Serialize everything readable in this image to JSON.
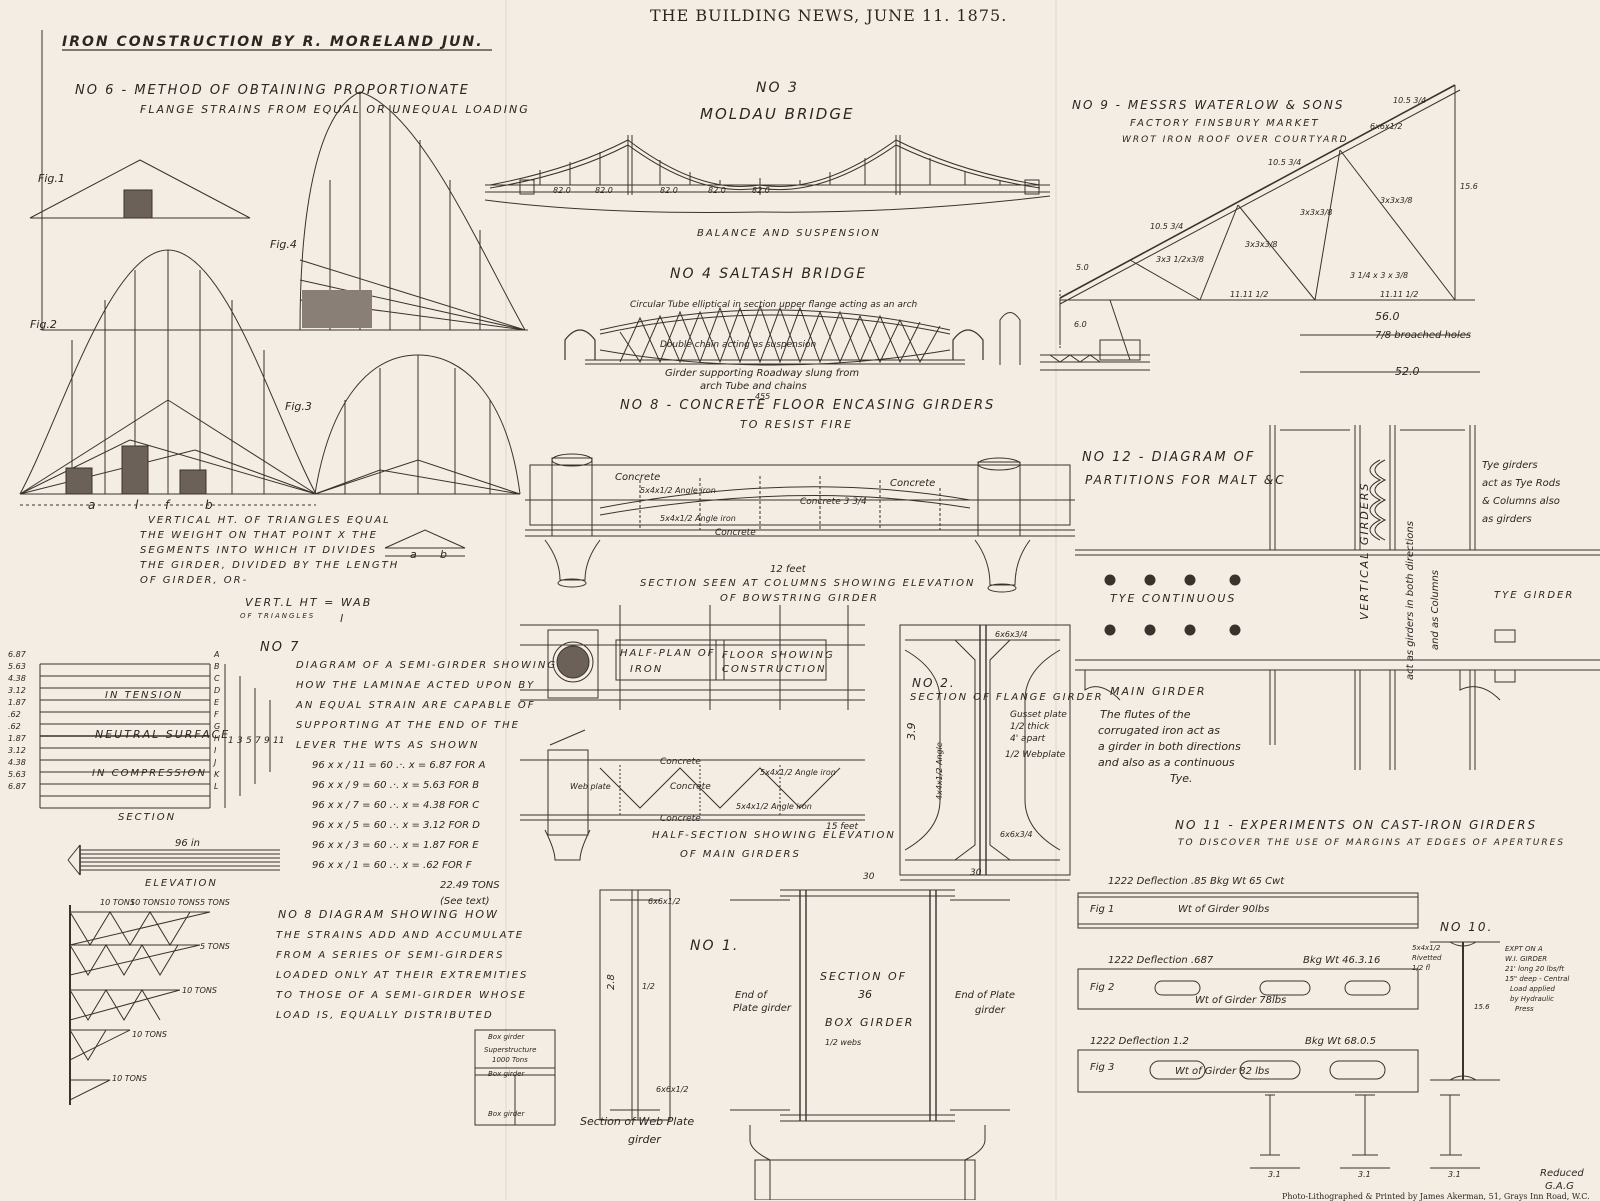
{
  "header": "THE BUILDING NEWS, JUNE 11. 1875.",
  "main_title": "IRON CONSTRUCTION BY R. MORELAND JUN.",
  "footer_credit": "Photo-Lithographed & Printed by James Akerman, 51, Grays Inn Road, W.C.",
  "reduced_note": [
    "Reduced",
    "G.A.G"
  ],
  "no6": {
    "title_l1": "No 6 - METHOD OF OBTAINING PROPORTIONATE",
    "title_l2": "FLANGE STRAINS FROM EQUAL OR UNEQUAL LOADING",
    "fig1": "Fig.1",
    "fig2": "Fig.2",
    "fig3": "Fig.3",
    "fig4": "Fig.4",
    "axis_letters": [
      "a",
      "l",
      "f",
      "b"
    ],
    "note_l1": "VERTICAL HT. OF TRIANGLES EQUAL",
    "note_l2": "THE WEIGHT ON THAT POINT X THE",
    "note_l3": "SEGMENTS INTO WHICH IT DIVIDES",
    "note_l4": "THE GIRDER, DIVIDED BY THE LENGTH",
    "note_l5": "OF GIRDER, OR-",
    "formula_left": "VERT.L HT = Wab",
    "formula_left_sub": "OF TRIANGLES",
    "formula_den": "l",
    "small_tri_labels": [
      "a",
      "b"
    ]
  },
  "no3": {
    "title_l1": "No 3",
    "title_l2": "MOLDAU BRIDGE",
    "caption": "BALANCE AND SUSPENSION",
    "spans": [
      "82.0",
      "82.0",
      "82.0",
      "82.0",
      "82.0"
    ]
  },
  "no4": {
    "title": "No 4 SALTASH BRIDGE",
    "top_note": "Circular Tube elliptical in section upper flange acting as an arch",
    "mid_note": "Double chain acting as suspension",
    "bottom_l1": "Girder supporting Roadway slung from",
    "bottom_l2": "arch Tube and chains",
    "span": "455"
  },
  "no9": {
    "title_l1": "No 9 - MESSRS WATERLOW & SONS",
    "title_l2": "FACTORY FINSBURY MARKET",
    "title_l3": "WROT IRON ROOF OVER COURTYARD",
    "dims": [
      "10.5 3/4",
      "10.5 3/4",
      "10.5 3/4",
      "3x3x3/8",
      "3x3x3/8",
      "3x3x3/8",
      "3x3 1/2x3/8",
      "5.0",
      "6x6x1/2",
      "15.6",
      "11.11 1/2",
      "11.11 1/2",
      "3 1/4 x 3 x 3/8"
    ],
    "span_top": "56.0",
    "holes": "7/8 broached holes",
    "span_bottom": "52.0",
    "height": "6.0"
  },
  "no8_floor": {
    "title_l1": "No 8 - CONCRETE FLOOR ENCASING GIRDERS",
    "title_l2": "TO RESIST FIRE",
    "concrete": "Concrete",
    "angle1": "5x4x1/2 Angle iron",
    "angle2": "5x4x1/2 Angle iron",
    "concrete2": "Concrete 3 3/4",
    "section_dim": "12 feet",
    "section_l1": "SECTION SEEN AT COLUMNS SHOWING ELEVATION",
    "section_l2": "OF BOWSTRING GIRDER",
    "half_plan_l1": "HALF-PLAN OF",
    "half_plan_l2": "IRON",
    "floor_l1": "FLOOR SHOWING",
    "floor_l2": "CONSTRUCTION",
    "half_section_l1": "HALF-SECTION SHOWING ELEVATION",
    "half_section_l2": "OF MAIN GIRDERS",
    "hs_dim": "15 feet",
    "hs_angle_a": "5x4x1/2 Angle iron",
    "hs_angle_b": "5x4x1/2 Angle iron",
    "hs_concrete": "Concrete",
    "hs_web": "Web plate"
  },
  "no12": {
    "title_l1": "No 12 - DIAGRAM OF",
    "title_l2": "PARTITIONS FOR MALT &c",
    "tye_continuous": "TYE CONTINUOUS",
    "tye_girder": "TYE GIRder",
    "main_girder": "MAIN GIRDER",
    "flutes_l1": "The flutes of the",
    "flutes_l2": "corrugated iron act as",
    "flutes_l3": "a girder in both directions",
    "flutes_l4": "and also as a continuous",
    "flutes_l5": "Tye.",
    "vertical_l1": "VERTICAL GIRDERS",
    "vertical_l2": "act as girders in both directions",
    "vertical_l3": "and as Columns",
    "tye_note_l1": "Tye girders",
    "tye_note_l2": "act as Tye Rods",
    "tye_note_l3": "& Columns also",
    "tye_note_l4": "as girders"
  },
  "no7": {
    "title": "No 7",
    "left_values": [
      "6.87",
      "5.63",
      "4.38",
      "3.12",
      "1.87",
      ".62",
      ".62",
      "1.87",
      "3.12",
      "4.38",
      "5.63",
      "6.87"
    ],
    "letters": [
      "A",
      "B",
      "C",
      "D",
      "E",
      "F",
      "G",
      "H",
      "I",
      "J",
      "K",
      "L"
    ],
    "tension": "IN TENSION",
    "neutral": "NEUTRAL SURFACE",
    "compression": "IN COMPRESSION",
    "section": "SECTION",
    "elevation": "ELEVATION",
    "span": "96 in",
    "brace_nums": [
      "1",
      "3",
      "5",
      "7",
      "9",
      "11"
    ],
    "desc_l1": "DIAGRAM OF A SEMI-GIRDER SHOWING",
    "desc_l2": "HOW THE LAMINAE ACTED UPON BY",
    "desc_l3": "AN EQUAL STRAIN ARE CAPABLE OF",
    "desc_l4": "SUPPORTING AT THE END OF THE",
    "desc_l5": "LEVER THE WTS AS SHOWN",
    "eqs": [
      "96 x x / 11 = 60 .·. x = 6.87 FOR A",
      "96 x x / 9 = 60 .·. x = 5.63 FOR B",
      "96 x x / 7 = 60 .·. x = 4.38 FOR C",
      "96 x x / 5 = 60 .·. x = 3.12 FOR D",
      "96 x x / 3 = 60 .·. x = 1.87 FOR E",
      "96 x x / 1 = 60 .·. x = .62 FOR F"
    ],
    "total": "22.49 TONS",
    "see_text": "(See text)"
  },
  "no8_diag": {
    "desc_l1": "No 8 DIAGRAM SHOWING HOW",
    "desc_l2": "THE STRAINS ADD AND ACCUMULATE",
    "desc_l3": "FROM A SERIES OF SEMI-GIRDERS",
    "desc_l4": "LOADED ONLY AT THEIR EXTREMITIES",
    "desc_l5": "TO THOSE OF A SEMI-GIRDER WHOSE",
    "desc_l6": "LOAD IS, EQUALLY DISTRIBUTED",
    "loads": [
      "10 TONS",
      "10 TONS",
      "10 TONS",
      "5 TONS"
    ],
    "row2": "5 TONS",
    "row3": "10 TONS",
    "row4": "10 TONS",
    "row5": "10 TONS"
  },
  "no2": {
    "title": "No 2.",
    "section": "SECTION OF FLANGE GIRDER",
    "height": "3.9",
    "gusset_l1": "Gusset plate",
    "gusset_l2": "1/2 thick",
    "gusset_l3": "4' apart",
    "web": "1/2 Webplate",
    "angle": "4x4x1/2 Angle",
    "top": "6x6x3/4",
    "bottom": "6x6x3/4",
    "width": "30"
  },
  "no1": {
    "title": "No 1.",
    "top_dim": "6x6x1/2",
    "height": "2.8",
    "web": "1/2",
    "bottom_dim": "6x6x1/2",
    "caption_l1": "Section of Web Plate",
    "caption_l2": "girder",
    "box_top": "30",
    "box_l1": "SECTION OF",
    "box_l2": "BOX GIRDER",
    "box_height": "36",
    "box_webs": "1/2 webs",
    "end_left_l1": "End of",
    "end_left_l2": "Plate girder",
    "end_right_l1": "End of Plate",
    "end_right_l2": "girder",
    "bg_l1": "Box girder",
    "bg_l2": "Superstructure",
    "bg_l3": "1000 Tons",
    "bg_l4": "Box girder",
    "bg_l5": "Box girder"
  },
  "no11": {
    "title_l1": "No 11 - EXPERIMENTS ON CAST-IRON GIRDERS",
    "title_l2": "TO DISCOVER THE USE OF MARGINS AT EDGES OF APERTURES",
    "fig1_head": "1222 Deflection .85 Bkg Wt 65 Cwt",
    "fig1": "Fig 1",
    "fig1_wt": "Wt of Girder 90lbs",
    "fig2_head": "1222 Deflection .687",
    "fig2_bkg": "Bkg Wt 46.3.16",
    "fig2": "Fig 2",
    "fig2_wt": "Wt of Girder 78lbs",
    "fig3_head": "1222 Deflection 1.2",
    "fig3_bkg": "Bkg Wt 68.0.5",
    "fig3": "Fig 3",
    "fig3_wt": "Wt of Girder 82 lbs",
    "section_dims": [
      "3.1",
      "3.1",
      "3.1"
    ]
  },
  "no10": {
    "title": "No 10.",
    "l1": "EXPT ON A",
    "l2": "W.I. GIRDER",
    "l3": "21' long 20 lbs/ft",
    "l4": "15\" deep - Central",
    "l5": "Load applied",
    "l6": "by Hydraulic",
    "l7": "Press",
    "left_l1": "5x4x1/2",
    "left_l2": "Rivetted",
    "left_l3": "1/2 fl",
    "left_l4": "15.6"
  }
}
